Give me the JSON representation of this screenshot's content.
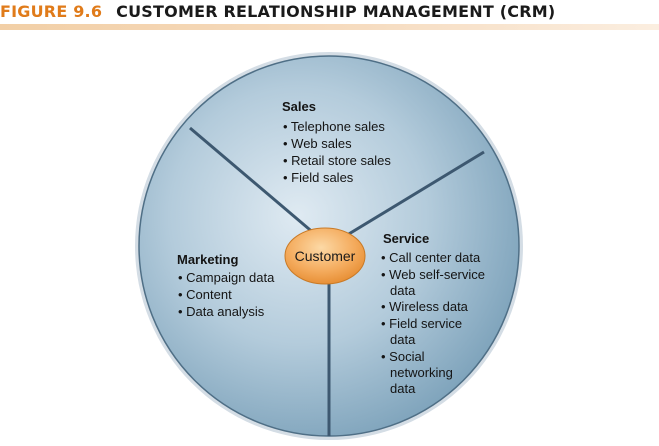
{
  "figure": {
    "number": "FIGURE 9.6",
    "title": "CUSTOMER RELATIONSHIP MANAGEMENT (CRM)"
  },
  "diagram": {
    "center": "Customer",
    "sales": {
      "title": "Sales",
      "lines": [
        "• Telephone sales",
        "• Web sales",
        "• Retail store sales",
        "• Field sales"
      ]
    },
    "marketing": {
      "title": "Marketing",
      "lines": [
        "• Campaign data",
        "• Content",
        "• Data analysis"
      ]
    },
    "service": {
      "title": "Service",
      "lines": [
        "• Call center data",
        "• Web self-service",
        "data",
        "• Wireless data",
        "• Field service",
        "data",
        "• Social",
        "networking",
        "data"
      ]
    }
  },
  "colors": {
    "figure_number": "#e07b1a",
    "circle_fill": "#9fbdd0",
    "center_fill": "#f2a85c"
  }
}
